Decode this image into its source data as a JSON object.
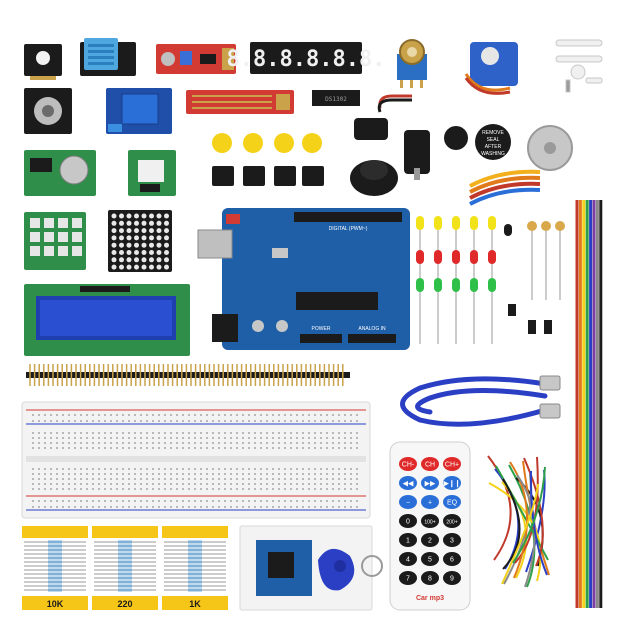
{
  "seven_segment": {
    "digits": "8.8.8.8.8.8."
  },
  "lcd": {
    "line1": "",
    "line2": ""
  },
  "ic_chip": {
    "label": "DS1302"
  },
  "water_sensor": {
    "label": ""
  },
  "buzzer_sticker": {
    "line1": "REMOVE",
    "line2": "SEAL",
    "line3": "AFTER",
    "line4": "WASHING"
  },
  "uno": {
    "digital": "DIGITAL (PWM~)",
    "power": "POWER",
    "analog": "ANALOG IN"
  },
  "resistors": {
    "r1": "10K",
    "r2": "220",
    "r3": "1K"
  },
  "remote": {
    "rows": [
      [
        "CH-",
        "CH",
        "CH+"
      ],
      [
        "◀◀",
        "▶▶",
        "▶❙❙"
      ],
      [
        "−",
        "+",
        "EQ"
      ],
      [
        "0",
        "100+",
        "200+"
      ],
      [
        "1",
        "2",
        "3"
      ],
      [
        "4",
        "5",
        "6"
      ],
      [
        "7",
        "8",
        "9"
      ]
    ],
    "brand": "Car mp3"
  },
  "colors": {
    "pcb_blue": "#1f5fa8",
    "pcb_green": "#2f8f4a",
    "pcb_red": "#d23a34",
    "header_black": "#1b1b1b",
    "cable_blue": "#2a3fc4",
    "label_yellow": "#f5c518"
  }
}
